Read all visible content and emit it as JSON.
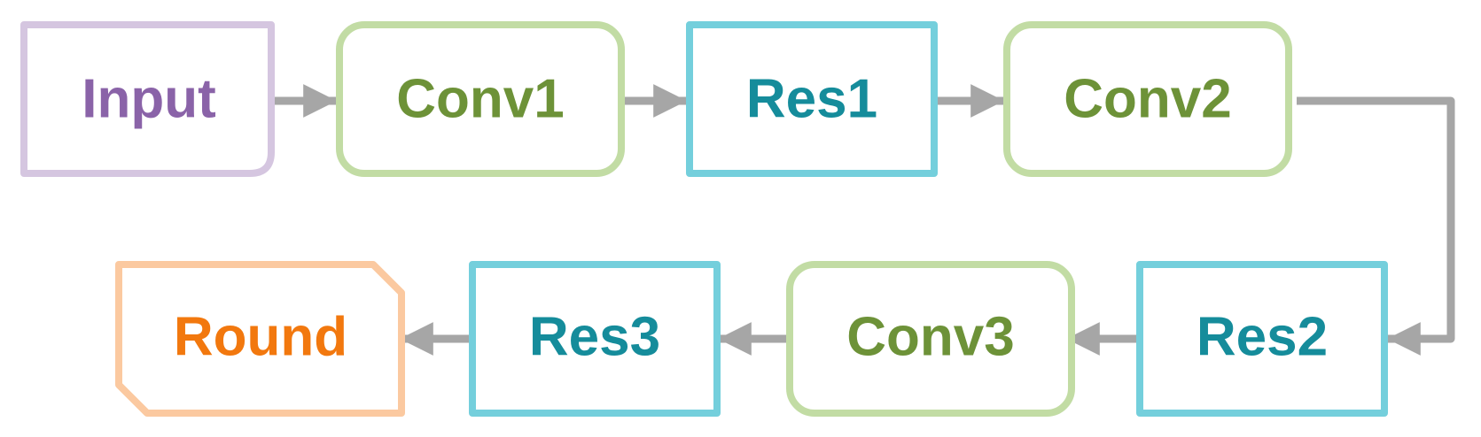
{
  "nodes": {
    "input": {
      "label": "Input",
      "text_color": "#8a63a8",
      "border_color": "#d5c6e0"
    },
    "conv1": {
      "label": "Conv1",
      "text_color": "#6d9238",
      "border_color": "#c2dca4"
    },
    "res1": {
      "label": "Res1",
      "text_color": "#158c9b",
      "border_color": "#74cfdc"
    },
    "conv2": {
      "label": "Conv2",
      "text_color": "#6d9238",
      "border_color": "#c2dca4"
    },
    "res2": {
      "label": "Res2",
      "text_color": "#158c9b",
      "border_color": "#74cfdc"
    },
    "conv3": {
      "label": "Conv3",
      "text_color": "#6d9238",
      "border_color": "#c2dca4"
    },
    "res3": {
      "label": "Res3",
      "text_color": "#158c9b",
      "border_color": "#74cfdc"
    },
    "round": {
      "label": "Round",
      "text_color": "#f2780e",
      "border_color": "#fbc9a0"
    }
  },
  "edges": [
    [
      "input",
      "conv1"
    ],
    [
      "conv1",
      "res1"
    ],
    [
      "res1",
      "conv2"
    ],
    [
      "conv2",
      "res2"
    ],
    [
      "res2",
      "conv3"
    ],
    [
      "conv3",
      "res3"
    ],
    [
      "res3",
      "round"
    ]
  ],
  "arrow_color": "#a6a6a6"
}
